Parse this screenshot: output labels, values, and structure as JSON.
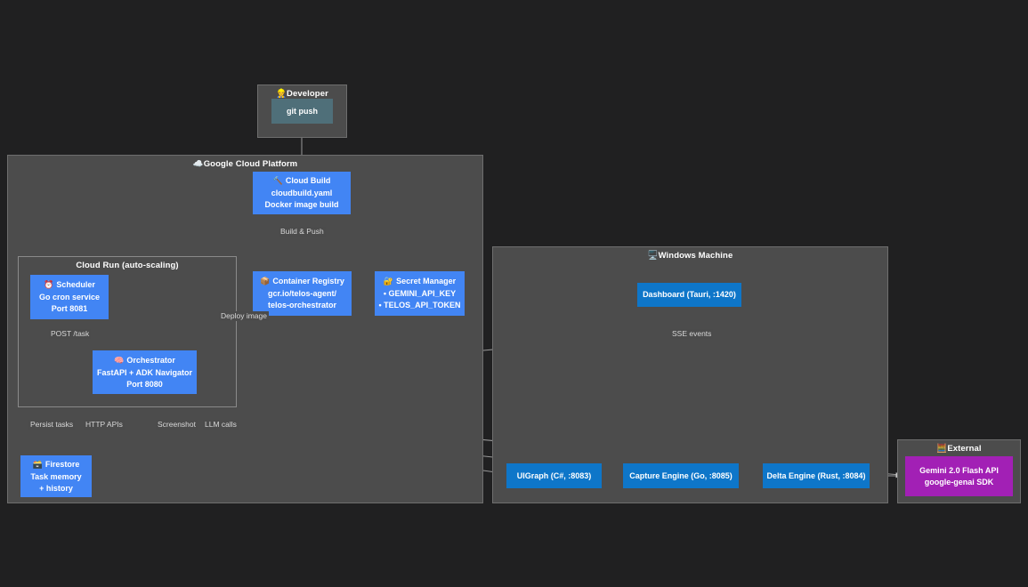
{
  "diagram": {
    "background": "#202021",
    "colors": {
      "node_blue": "#4285f4",
      "node_dark_blue": "#0e76c9",
      "node_slate": "#4f6f79",
      "node_purple": "#a220b5",
      "cluster_fill": "#4c4c4c",
      "edge": "#c9c9c9"
    }
  },
  "clusters": [
    {
      "id": "developer",
      "label": "Developer",
      "icon": "construction-worker-icon",
      "emoji": "👷"
    },
    {
      "id": "gcp",
      "label": "Google Cloud Platform",
      "icon": "cloud-icon",
      "emoji": "☁️"
    },
    {
      "id": "cloudrun",
      "label": "Cloud Run (auto-scaling)",
      "icon": "",
      "emoji": ""
    },
    {
      "id": "windows",
      "label": "Windows Machine",
      "icon": "desktop-computer-icon",
      "emoji": "🖥️"
    },
    {
      "id": "external",
      "label": "External",
      "icon": "abacus-icon",
      "emoji": "🧮"
    }
  ],
  "nodes": {
    "git_push": {
      "lines": [
        "git push"
      ],
      "emoji": "",
      "icon": ""
    },
    "cloud_build": {
      "lines": [
        "Cloud Build",
        "cloudbuild.yaml",
        "Docker image build"
      ],
      "emoji": "🔨",
      "icon": "hammer-icon"
    },
    "scheduler": {
      "lines": [
        "Scheduler",
        "Go cron service",
        "Port 8081"
      ],
      "emoji": "⏰",
      "icon": "alarm-clock-icon"
    },
    "registry": {
      "lines": [
        "Container Registry",
        "gcr.io/telos-agent/",
        "telos-orchestrator"
      ],
      "emoji": "📦",
      "icon": "package-icon"
    },
    "secrets": {
      "lines": [
        "Secret Manager",
        "• GEMINI_API_KEY",
        "• TELOS_API_TOKEN"
      ],
      "emoji": "🔐",
      "icon": "lock-icon"
    },
    "orchestrator": {
      "lines": [
        "Orchestrator",
        "FastAPI + ADK Navigator",
        "Port 8080"
      ],
      "emoji": "🧠",
      "icon": "brain-icon"
    },
    "firestore": {
      "lines": [
        "Firestore",
        "Task memory",
        "+ history"
      ],
      "emoji": "🗃️",
      "icon": "card-file-box-icon"
    },
    "dashboard": {
      "lines": [
        "Dashboard (Tauri, :1420)"
      ],
      "emoji": "",
      "icon": ""
    },
    "uigraph": {
      "lines": [
        "UIGraph (C#, :8083)"
      ],
      "emoji": "",
      "icon": ""
    },
    "capture": {
      "lines": [
        "Capture Engine (Go, :8085)"
      ],
      "emoji": "",
      "icon": ""
    },
    "delta": {
      "lines": [
        "Delta Engine (Rust, :8084)"
      ],
      "emoji": "",
      "icon": ""
    },
    "gemini": {
      "lines": [
        "Gemini 2.0 Flash API",
        "google-genai SDK"
      ],
      "emoji": "",
      "icon": ""
    }
  },
  "edge_labels": {
    "build_push": "Build & Push",
    "deploy_image": "Deploy image",
    "post_task": "POST /task",
    "persist_tasks": "Persist tasks",
    "http_apis": "HTTP APIs",
    "screenshot": "Screenshot",
    "llm_calls": "LLM calls",
    "sse_events": "SSE events"
  }
}
